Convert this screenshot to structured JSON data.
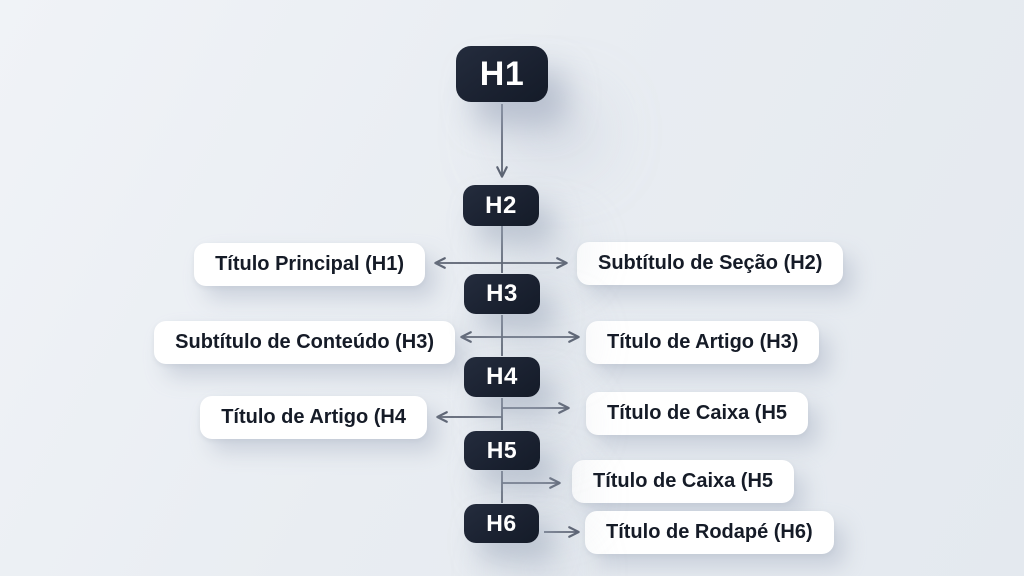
{
  "diagram": {
    "title_semantic": "heading-hierarchy-flowchart",
    "colors": {
      "background": "#e9edf2",
      "node_fill": "#1c2433",
      "node_text": "#ffffff",
      "label_fill": "#ffffff",
      "label_text": "#151b27",
      "connector": "#5a6170"
    },
    "nodes": [
      {
        "id": "h1",
        "label": "H1"
      },
      {
        "id": "h2",
        "label": "H2"
      },
      {
        "id": "h3",
        "label": "H3"
      },
      {
        "id": "h4",
        "label": "H4"
      },
      {
        "id": "h5",
        "label": "H5"
      },
      {
        "id": "h6",
        "label": "H6"
      }
    ],
    "labels": [
      {
        "id": "titulo-principal-h1",
        "text": "Título Principal (H1)",
        "side": "left"
      },
      {
        "id": "subtitulo-de-secao-h2",
        "text": "Subtítulo de Seção (H2)",
        "side": "right"
      },
      {
        "id": "subtitulo-de-conteudo-h3",
        "text": "Subtítulo de Conteúdo (H3)",
        "side": "left"
      },
      {
        "id": "titulo-de-artigo-h3",
        "text": "Título de Artigo (H3)",
        "side": "right"
      },
      {
        "id": "titulo-de-artigo-h4",
        "text": "Título de Artigo (H4",
        "side": "left"
      },
      {
        "id": "titulo-de-caixa-h5-upper",
        "text": "Título de Caixa (H5",
        "side": "right"
      },
      {
        "id": "titulo-de-caixa-h5-lower",
        "text": "Título de Caixa (H5",
        "side": "right"
      },
      {
        "id": "titulo-de-rodape-h6",
        "text": "Título de Rodapé (H6)",
        "side": "right"
      }
    ]
  }
}
